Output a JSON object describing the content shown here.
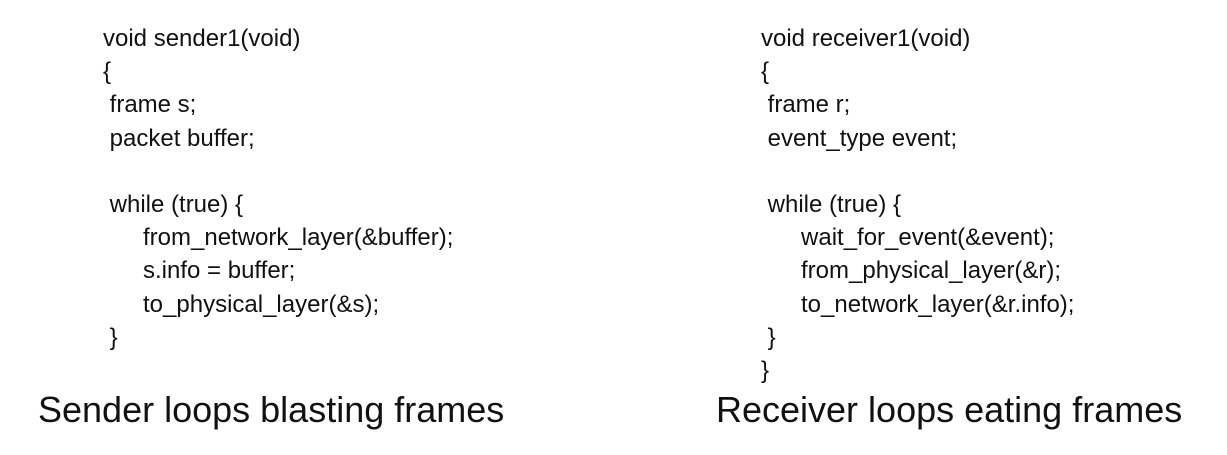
{
  "sender": {
    "code_lines": [
      "void sender1(void)",
      "{",
      " frame s;",
      " packet buffer;",
      "",
      " while (true) {",
      "      from_network_layer(&buffer);",
      "      s.info = buffer;",
      "      to_physical_layer(&s);",
      " }"
    ],
    "caption": "Sender loops blasting frames"
  },
  "receiver": {
    "code_lines": [
      "void receiver1(void)",
      "{",
      " frame r;",
      " event_type event;",
      "",
      " while (true) {",
      "      wait_for_event(&event);",
      "      from_physical_layer(&r);",
      "      to_network_layer(&r.info);",
      " }",
      "}"
    ],
    "caption": "Receiver loops eating frames"
  }
}
